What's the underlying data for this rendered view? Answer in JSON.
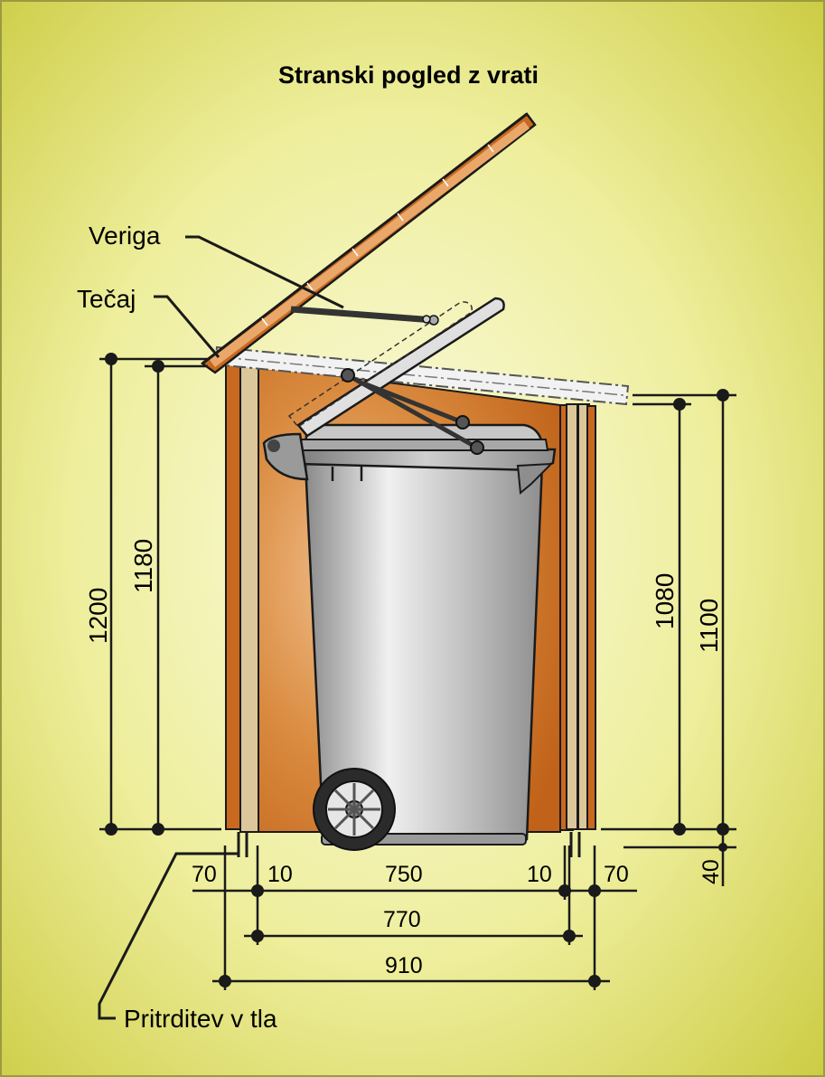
{
  "title": "Stranski pogled z vrati",
  "callouts": {
    "chain": "Veriga",
    "hinge": "Tečaj",
    "ground_anchor": "Pritrditev v tla"
  },
  "dimensions": {
    "left_outer_height": "1200",
    "left_inner_height": "1180",
    "right_inner_height": "1080",
    "right_outer_height": "1100",
    "ground_clearance": "40",
    "left_overhang": "70",
    "left_gap": "10",
    "bin_width": "750",
    "right_gap": "10",
    "right_overhang": "70",
    "inner_width": "770",
    "total_width": "910"
  },
  "colors": {
    "background_center": "#fafad8",
    "background_edge": "#cccc44",
    "wood": "#c8691f",
    "wood_light": "#e9a86a",
    "post": "#dcc79a",
    "bin_grey": "#b3b3b3",
    "outline": "#1a1a1a"
  }
}
